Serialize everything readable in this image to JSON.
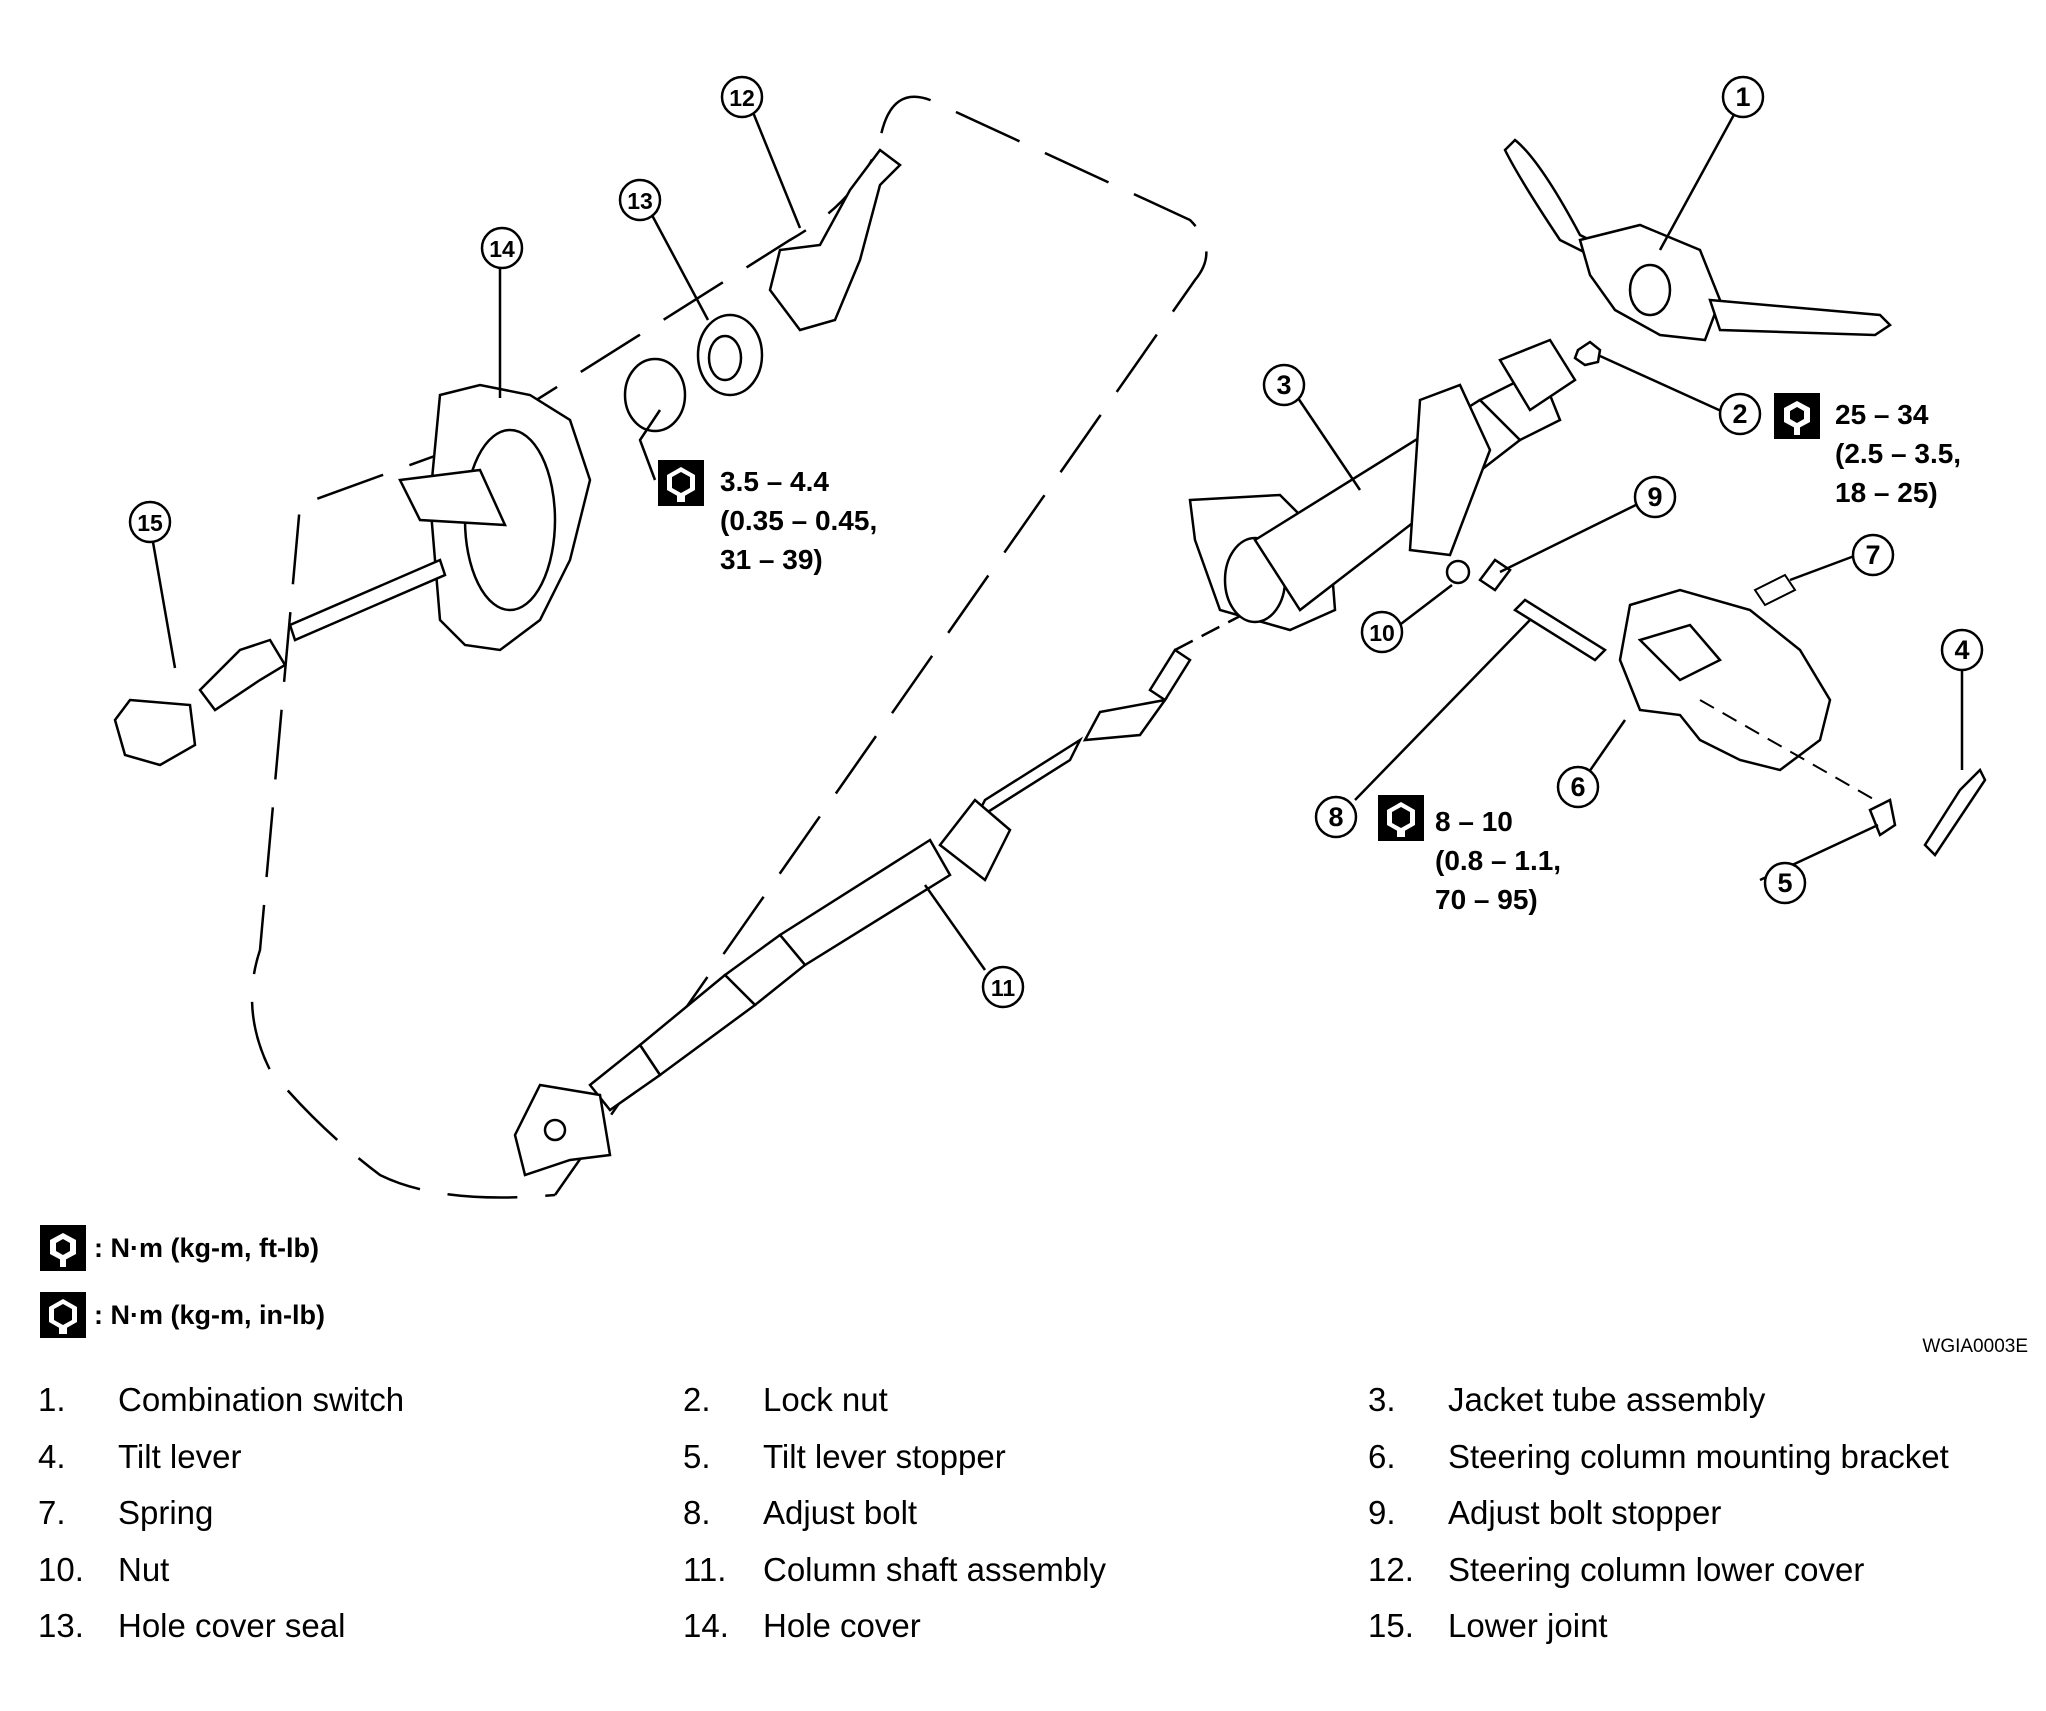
{
  "callouts": {
    "c1": "1",
    "c2": "2",
    "c3": "3",
    "c4": "4",
    "c5": "5",
    "c6": "6",
    "c7": "7",
    "c8": "8",
    "c9": "9",
    "c10": "10",
    "c11": "11",
    "c12": "12",
    "c13": "13",
    "c14": "14",
    "c15": "15"
  },
  "torque_specs": {
    "t2": {
      "line1": "25 – 34",
      "line2": "(2.5 – 3.5,",
      "line3": "18 – 25)"
    },
    "t8": {
      "line1": "8 – 10",
      "line2": "(0.8 – 1.1,",
      "line3": "70 – 95)"
    },
    "t13": {
      "line1": "3.5 – 4.4",
      "line2": "(0.35 – 0.45,",
      "line3": "31 – 39)"
    }
  },
  "legend": {
    "ftlb": ": N·m (kg-m, ft-lb)",
    "inlb": ": N·m (kg-m, in-lb)"
  },
  "figure_id": "WGIA0003E",
  "parts": [
    {
      "num": "1.",
      "name": "Combination switch"
    },
    {
      "num": "2.",
      "name": "Lock nut"
    },
    {
      "num": "3.",
      "name": "Jacket tube assembly"
    },
    {
      "num": "4.",
      "name": "Tilt lever"
    },
    {
      "num": "5.",
      "name": "Tilt lever stopper"
    },
    {
      "num": "6.",
      "name": "Steering column mounting bracket"
    },
    {
      "num": "7.",
      "name": "Spring"
    },
    {
      "num": "8.",
      "name": "Adjust bolt"
    },
    {
      "num": "9.",
      "name": "Adjust bolt stopper"
    },
    {
      "num": "10.",
      "name": "Nut"
    },
    {
      "num": "11.",
      "name": "Column shaft assembly"
    },
    {
      "num": "12.",
      "name": "Steering column lower cover"
    },
    {
      "num": "13.",
      "name": "Hole cover seal"
    },
    {
      "num": "14.",
      "name": "Hole cover"
    },
    {
      "num": "15.",
      "name": "Lower joint"
    }
  ],
  "icons": {
    "open_wrench": "torque-wrench-ftlb-icon",
    "filled_wrench": "torque-wrench-inlb-icon"
  }
}
